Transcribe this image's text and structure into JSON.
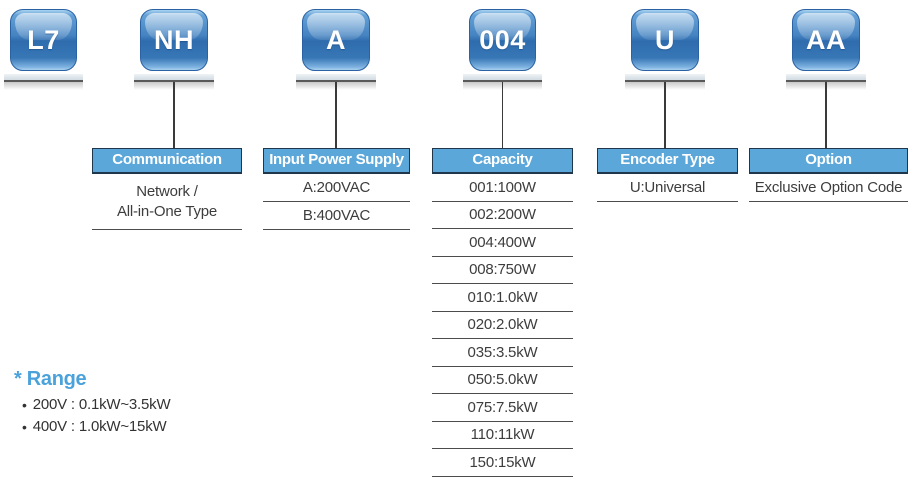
{
  "badges": [
    {
      "label": "L7"
    },
    {
      "label": "NH"
    },
    {
      "label": "A"
    },
    {
      "label": "004"
    },
    {
      "label": "U"
    },
    {
      "label": "AA"
    }
  ],
  "communication": {
    "header": "Communication",
    "line1": "Network /",
    "line2": "All-in-One Type"
  },
  "input_power_supply": {
    "header": "Input Power Supply",
    "rows": [
      "A:200VAC",
      "B:400VAC"
    ]
  },
  "capacity": {
    "header": "Capacity",
    "rows": [
      "001:100W",
      "002:200W",
      "004:400W",
      "008:750W",
      "010:1.0kW",
      "020:2.0kW",
      "035:3.5kW",
      "050:5.0kW",
      "075:7.5kW",
      "110:11kW",
      "150:15kW"
    ]
  },
  "encoder_type": {
    "header": "Encoder Type",
    "rows": [
      "U:Universal"
    ]
  },
  "option": {
    "header": "Option",
    "rows": [
      "Exclusive Option Code"
    ]
  },
  "range_note": {
    "title": "* Range",
    "bullet_glyph": "•",
    "items": [
      "200V : 0.1kW~3.5kW",
      "400V : 1.0kW~15kW"
    ]
  },
  "colors": {
    "header_fill": "#5ba7d9",
    "header_border": "#20374b",
    "badge_blue_dark": "#2e6cae",
    "badge_blue_light": "#a9d2f0",
    "accent_blue": "#4ba2db",
    "line_dark": "#3a3a3a"
  }
}
